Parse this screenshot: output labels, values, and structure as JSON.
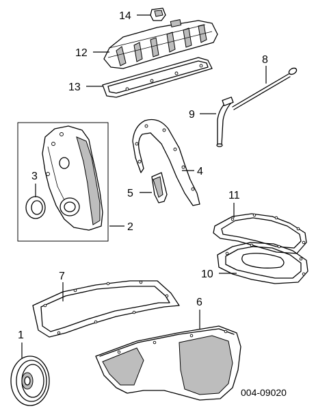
{
  "callouts": {
    "c1": "1",
    "c2": "2",
    "c3": "3",
    "c4": "4",
    "c5": "5",
    "c6": "6",
    "c7": "7",
    "c8": "8",
    "c9": "9",
    "c10": "10",
    "c11": "11",
    "c12": "12",
    "c13": "13",
    "c14": "14"
  },
  "diagram_code": "004-09020"
}
